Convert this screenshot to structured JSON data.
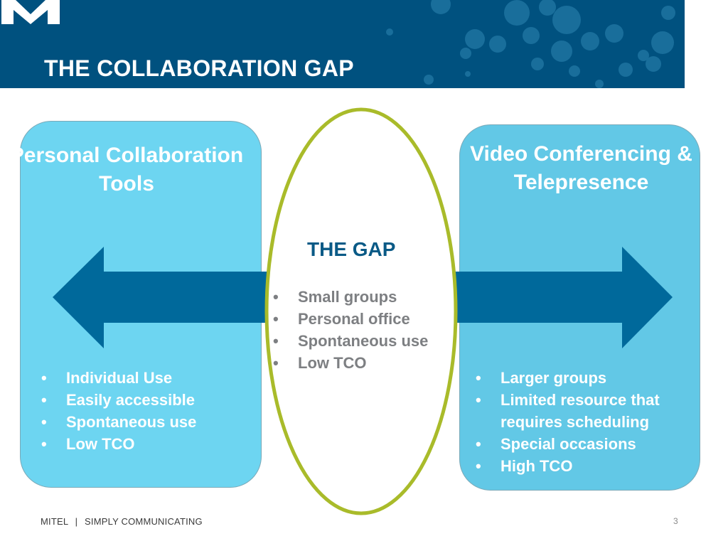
{
  "slide": {
    "title": "THE COLLABORATION GAP",
    "page_number": "3"
  },
  "left_panel": {
    "title": "Personal Collaboration Tools",
    "bullets": [
      "Individual Use",
      "Easily accessible",
      "Spontaneous use",
      "Low TCO"
    ]
  },
  "gap": {
    "title": "THE GAP",
    "bullets": [
      "Small groups",
      "Personal office",
      "Spontaneous use",
      "Low TCO"
    ]
  },
  "right_panel": {
    "title": "Video Conferencing & Telepresence",
    "bullets": [
      "Larger groups",
      "Limited resource that requires scheduling",
      "Special occasions",
      "High TCO"
    ]
  },
  "footer": {
    "brand": "MITEL",
    "tagline": "SIMPLY COMMUNICATING"
  },
  "colors": {
    "header": "#00517f",
    "panel_left": "#6dd5f1",
    "panel_right": "#62c8e6",
    "arrow": "#00699b",
    "ellipse_stroke": "#a9bb2a",
    "gap_title": "#0a5a86"
  },
  "icons": {
    "logo": "mitel-m-logo"
  }
}
